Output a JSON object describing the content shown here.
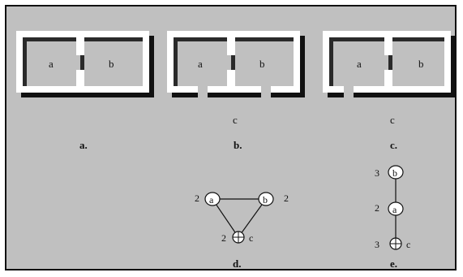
{
  "panels": {
    "a": {
      "room_left": "a",
      "room_right": "b",
      "caption": "a."
    },
    "b": {
      "room_left": "a",
      "room_right": "b",
      "room_below": "c",
      "caption": "b."
    },
    "c": {
      "room_left": "a",
      "room_right": "b",
      "room_below": "c",
      "caption": "c."
    }
  },
  "graph_d": {
    "caption": "d.",
    "nodes": [
      {
        "id": "a",
        "label": "a",
        "degree": "2"
      },
      {
        "id": "b",
        "label": "b",
        "degree": "2"
      },
      {
        "id": "c",
        "label": "c",
        "degree": "2"
      }
    ]
  },
  "graph_e": {
    "caption": "e.",
    "nodes": [
      {
        "id": "b",
        "label": "b",
        "degree": "3"
      },
      {
        "id": "a",
        "label": "a",
        "degree": "2"
      },
      {
        "id": "c",
        "label": "c",
        "degree": "3"
      }
    ]
  },
  "colors": {
    "background": "#c0c0c0",
    "wall": "#ffffff",
    "shadow": "#111111",
    "node_fill": "#ffffff"
  }
}
